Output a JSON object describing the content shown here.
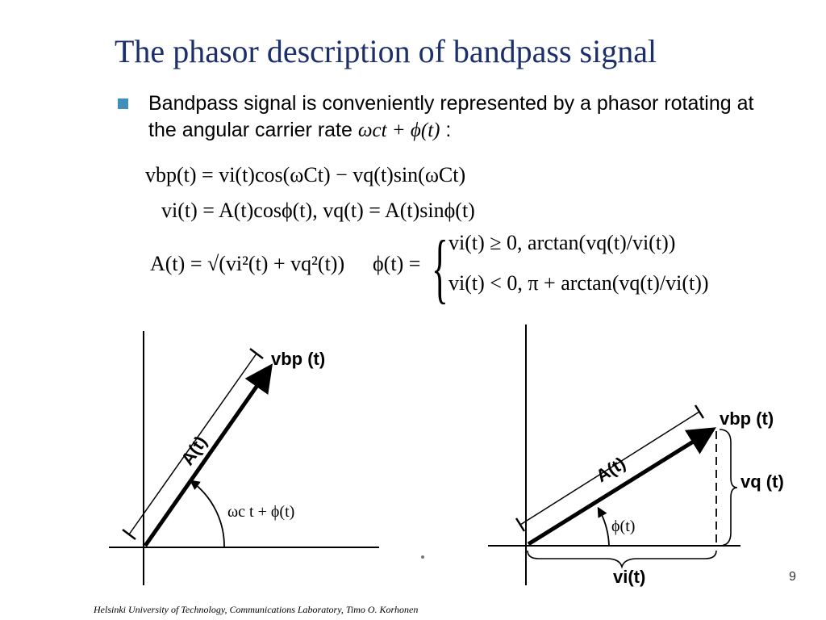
{
  "title": "The phasor description of bandpass signal",
  "bullet": {
    "text": "Bandpass signal is conveniently represented by a phasor rotating at the angular carrier rate",
    "expr": "ωct + ϕ(t)",
    "colon": ":"
  },
  "equations": {
    "vbp": "vbp(t) = vi(t)cos(ωCt) − vq(t)sin(ωCt)",
    "vi_vq": "vi(t) = A(t)cosϕ(t), vq(t) = A(t)sinϕ(t)",
    "amplitude": "A(t) = √(vi²(t) + vq²(t))",
    "phase_lhs": "ϕ(t) =",
    "phase_case1": "vi(t) ≥ 0, arctan(vq(t)/vi(t))",
    "phase_case2": "vi(t) < 0, π + arctan(vq(t)/vi(t))"
  },
  "left_diagram": {
    "phasor_label": "vbp (t)",
    "amplitude_label": "A(t)",
    "angle_label": "ωc t + ϕ(t)"
  },
  "right_diagram": {
    "phasor_label": "vbp (t)",
    "amplitude_label": "A(t)",
    "angle_label": "ϕ(t)",
    "quadrature_label": "vq (t)",
    "inphase_label": "vi(t)"
  },
  "footer": "Helsinki University of Technology, Communications Laboratory, Timo O. Korhonen",
  "page_number": "9"
}
